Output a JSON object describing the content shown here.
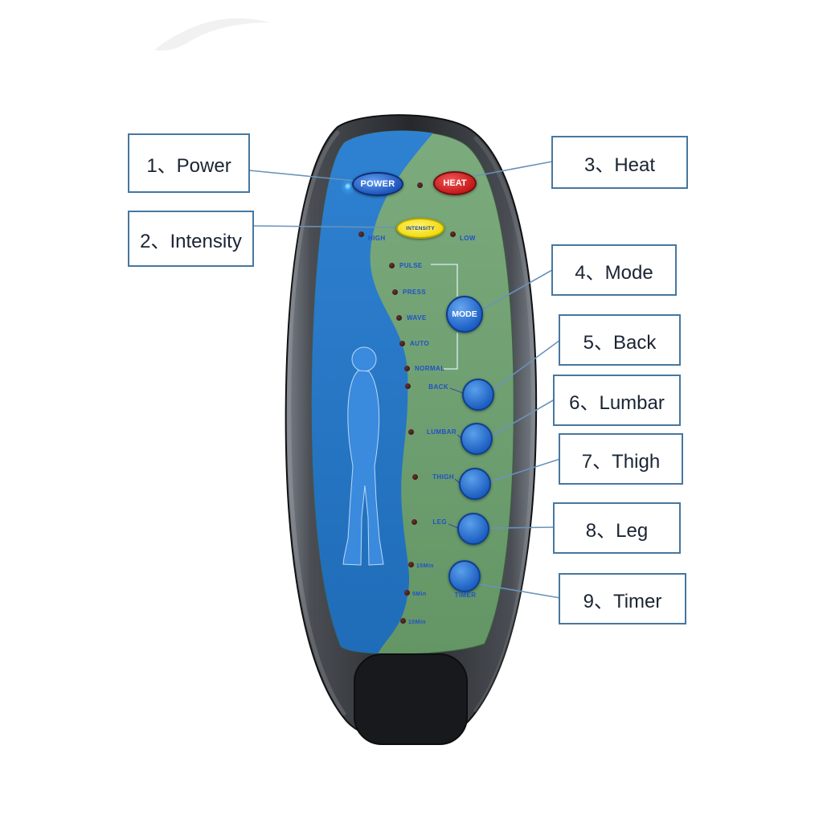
{
  "callouts": [
    {
      "label": "1、Power"
    },
    {
      "label": "2、Intensity"
    },
    {
      "label": "3、Heat"
    },
    {
      "label": "4、Mode"
    },
    {
      "label": "5、Back"
    },
    {
      "label": "6、Lumbar"
    },
    {
      "label": "7、Thigh"
    },
    {
      "label": "8、Leg"
    },
    {
      "label": "9、Timer"
    }
  ],
  "device": {
    "power_button": "POWER",
    "heat_button": "HEAT",
    "intensity_button": "INTENSITY",
    "mode_button": "MODE",
    "intensity_high": "HIGH",
    "intensity_low": "LOW",
    "modes": [
      "PULSE",
      "PRESS",
      "WAVE",
      "AUTO",
      "NORMAL"
    ],
    "zones": [
      "BACK",
      "LUMBAR",
      "THIGH",
      "LEG"
    ],
    "timer_label": "TIMER",
    "timer_options": [
      "15Min",
      "5Min",
      "10Min"
    ],
    "colors": {
      "power_button": "#1d55c0",
      "heat_button": "#d81c1c",
      "intensity_button": "#f3e125",
      "mode_button": "#1d5fc2",
      "panel_green": "#6fa072",
      "panel_blue": "#2678c8",
      "body_dark": "#26282c",
      "callout_border": "#4677a0",
      "label_blue": "#2050c8"
    }
  }
}
